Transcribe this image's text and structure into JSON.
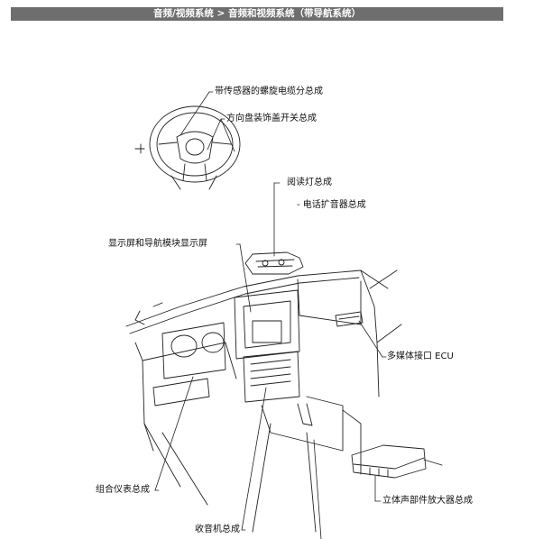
{
  "header": {
    "title": "音频/视频系统 > 音频和视频系统（带导航系统）"
  },
  "labels": {
    "spiral_cable": "带传感器的螺旋电缆分总成",
    "steering_pad_switch": "方向盘装饰盖开关总成",
    "reading_lamp": "阅读灯总成",
    "telephone_mic": "- 电话扩音器总成",
    "display_nav": "显示屏和导航模块显示屏",
    "multimedia_ecu": "多媒体接口 ECU",
    "combination_meter": "组合仪表总成",
    "stereo_amp": "立体声部件放大器总成",
    "radio_receiver": "收音机总成"
  }
}
